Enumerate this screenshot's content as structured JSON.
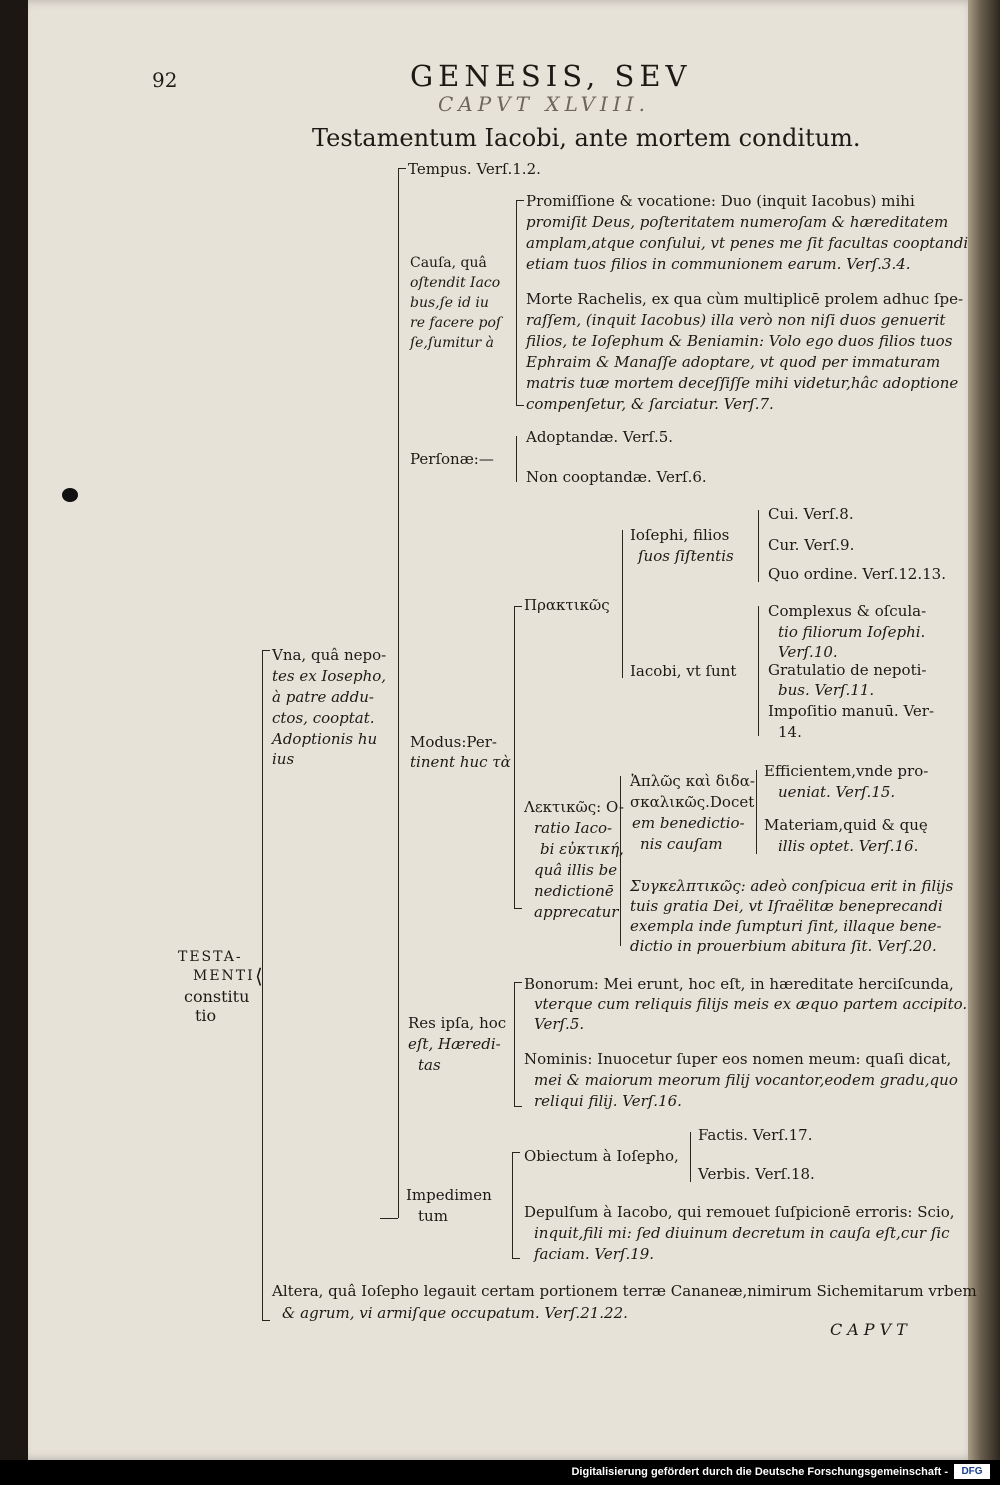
{
  "header": {
    "page_number": "92",
    "title": "GENESIS, SEV",
    "chapter": "CAPVT XLVIII.",
    "subtitle": "Testamentum Iacobi, ante mortem conditum."
  },
  "root": {
    "label_1": "TESTA-",
    "label_2": "MENTI",
    "label_3": "constitu",
    "label_4": "tio"
  },
  "una": {
    "l1": "Vna, quâ nepo-",
    "l2": "tes ex Iosepho,",
    "l3": "à patre addu-",
    "l4": "ctos, cooptat.",
    "l5": "Adoptionis hu",
    "l6": "ius"
  },
  "tempus": "Tempus. Verſ.1.2.",
  "causa": {
    "label": [
      "Cauſa, quâ",
      "oſtendit Iaco",
      "bus,ſe id iu",
      "re facere poſ",
      "ſe,ſumitur à"
    ],
    "promissione": [
      "Promiſſione & vocatione: Duo (inquit Iacobus) mihi",
      "promiſit Deus, poſteritatem numeroſam & hæreditatem",
      "amplam,atque conſului, vt penes me ſit facultas cooptandi",
      "etiam tuos filios in communionem earum. Verſ.3.4."
    ],
    "morte": [
      "Morte Rachelis, ex qua cùm multiplicē prolem adhuc ſpe-",
      "raſſem, (inquit Iacobus) illa verò non niſi duos genuerit",
      "filios, te Ioſephum & Beniamin: Volo ego duos filios tuos",
      "Ephraim & Manaſſe adoptare, vt quod per immaturam",
      "matris tuæ mortem deceſſiſſe mihi videtur,hâc adoptione",
      "compenſetur, & ſarciatur. Verſ.7."
    ]
  },
  "personae": {
    "label": "Perſonæ:—",
    "adoptandae": "Adoptandæ. Verſ.5.",
    "non_cooptandae": "Non cooptandæ. Verſ.6."
  },
  "modus": {
    "label": [
      "Modus:Per-",
      "tinent huc τὰ"
    ],
    "praxis_label": "Πρακτικῶς",
    "iosephi": {
      "label": [
        "Ioſephi, filios",
        "ſuos ſiſtentis"
      ],
      "items": [
        "Cui. Verſ.8.",
        "Cur. Verſ.9.",
        "Quo ordine. Verſ.12.13."
      ]
    },
    "iacobi": {
      "label": "Iacobi, vt ſunt",
      "items": [
        [
          "Complexus & oſcula-",
          "tio filiorum Ioſephi.",
          "Verſ.10."
        ],
        [
          "Gratulatio de nepoti-",
          "bus. Verſ.11."
        ],
        [
          "Impoſitio manuū. Ver-",
          "14."
        ]
      ]
    },
    "lektikos": {
      "label": [
        "Λεκτικῶς: O-",
        "ratio Iaco-",
        "bi εὐκτική,",
        "quâ illis be",
        "nedictionē",
        "apprecatur"
      ]
    },
    "haplos": {
      "label": [
        "Ἁπλῶς καὶ διδα-",
        "σκαλικῶς.Docet",
        "em benedictio-",
        "nis cauſam"
      ],
      "items": [
        [
          "Efficientem,vnde pro-",
          "ueniat. Verſ.15."
        ],
        [
          "Materiam,quid & quę",
          "illis optet. Verſ.16."
        ]
      ]
    },
    "synkeleptikos": [
      "Συγκελπτικῶς: adeò conſpicua erit in filijs",
      "tuis gratia Dei, vt Iſraëlitæ beneprecandi",
      "exempla inde ſumpturi ſint, illaque bene-",
      "dictio in prouerbium abitura ſit. Verſ.20."
    ]
  },
  "res": {
    "label": [
      "Res ipſa, hoc",
      "eſt, Hæredi-",
      "tas"
    ],
    "bonorum": [
      "Bonorum: Mei erunt, hoc eſt, in hæreditate herciſcunda,",
      "vterque cum reliquis filijs meis ex æquo partem accipito.",
      "Verſ.5."
    ],
    "nominis": [
      "Nominis: Inuocetur ſuper eos nomen meum: quaſi dicat,",
      "mei & maiorum meorum filij vocantor,eodem gradu,quo",
      "reliqui filij. Verſ.16."
    ]
  },
  "impedimentum": {
    "label": [
      "Impedimen",
      "tum"
    ],
    "obiectum": "Obiectum à Ioſepho,",
    "factis": "Factis. Verſ.17.",
    "verbis": "Verbis. Verſ.18.",
    "depulsum": [
      "Depulſum à Iacobo, qui remouet ſuſpicionē erroris: Scio,",
      "inquit,fili mi: ſed diuinum decretum in cauſa eſt,cur ſic",
      "faciam. Verſ.19."
    ]
  },
  "altera": [
    "Altera, quâ Ioſepho legauit certam portionem terræ Cananeæ,nimirum Sichemitarum vrbem",
    "& agrum, vi armiſque occupatum. Verſ.21.22."
  ],
  "catchword": "CAPVT",
  "footer": {
    "text": "Digitalisierung gefördert durch die Deutsche Forschungsgemeinschaft -",
    "logo": "DFG"
  }
}
